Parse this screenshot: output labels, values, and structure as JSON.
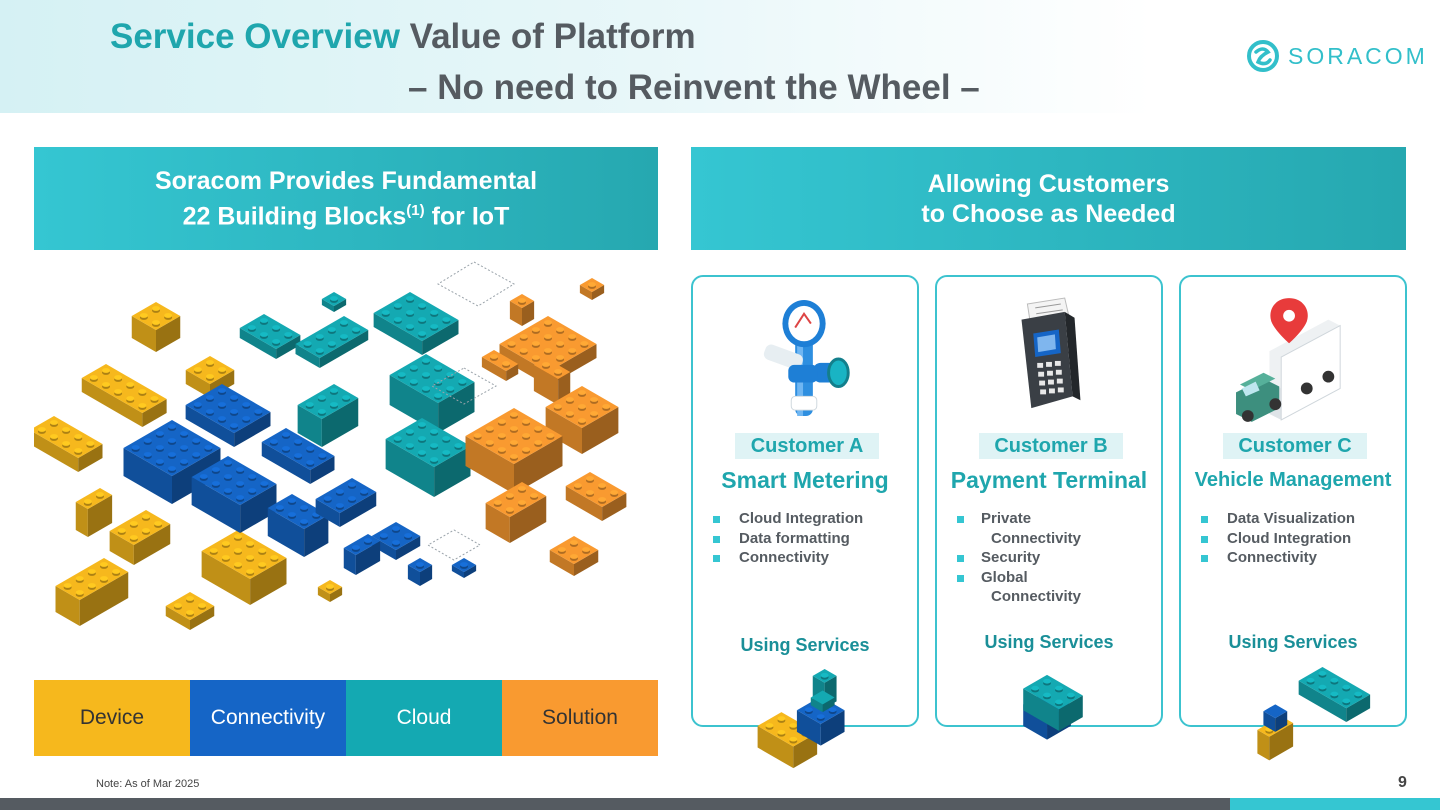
{
  "header": {
    "title_accent": "Service Overview",
    "title_main": "Value of Platform",
    "subtitle": "– No need to Reinvent the Wheel –",
    "logo_text": "SORACOM"
  },
  "left_banner": {
    "line1": "Soracom Provides Fundamental",
    "line2_pre": "22 Building Blocks",
    "line2_sup": "(1)",
    "line2_post": " for IoT"
  },
  "right_banner": {
    "line1": "Allowing Customers",
    "line2": "to Choose as Needed"
  },
  "legend": {
    "device": "Device",
    "connectivity": "Connectivity",
    "cloud": "Cloud",
    "solution": "Solution"
  },
  "colors": {
    "device": "#f6b81d",
    "connectivity": "#1565c6",
    "cloud": "#14a9b2",
    "solution": "#f99a30",
    "accent": "#1fa6ad"
  },
  "customers": [
    {
      "badge": "Customer A",
      "use_case": "Smart Metering",
      "icon": "water-meter-icon",
      "features": [
        "Cloud Integration",
        "Data formatting",
        "Connectivity"
      ],
      "using_label": "Using Services"
    },
    {
      "badge": "Customer B",
      "use_case": "Payment Terminal",
      "icon": "payment-terminal-icon",
      "features": [
        [
          "Private",
          "Connectivity"
        ],
        [
          "Security",
          ""
        ],
        [
          "Global",
          "Connectivity"
        ]
      ],
      "using_label": "Using Services"
    },
    {
      "badge": "Customer C",
      "use_case": "Vehicle Management",
      "icon": "truck-location-icon",
      "features": [
        "Data Visualization",
        "Cloud Integration",
        "Connectivity"
      ],
      "using_label": "Using Services"
    }
  ],
  "footer": {
    "note": "Note: As of Mar 2025",
    "page_number": "9"
  }
}
